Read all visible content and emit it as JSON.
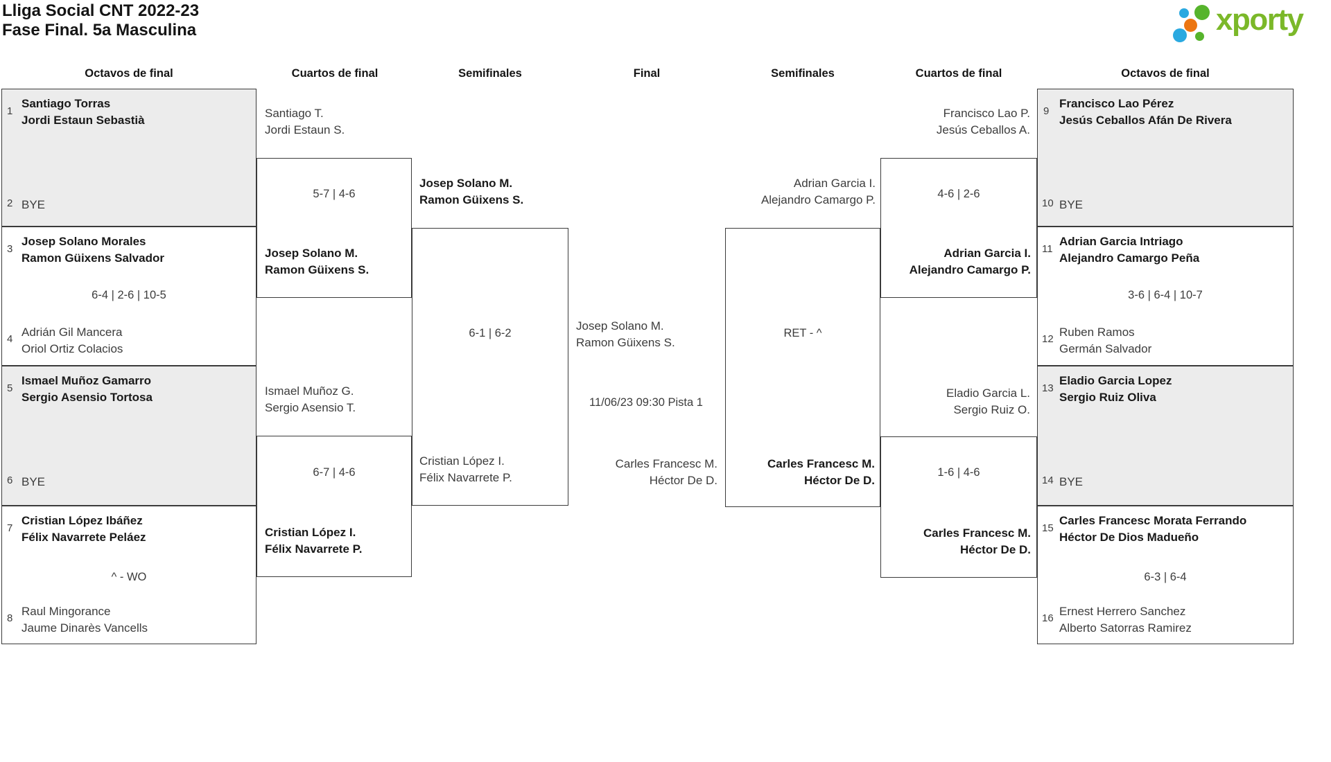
{
  "header": {
    "title_line1": "Lliga Social CNT 2022-23",
    "title_line2": "Fase Final. 5a Masculina"
  },
  "logo": {
    "text": "xporty",
    "green": "#7bb829",
    "dot_green": "#56b42c",
    "blue": "#2aa9e0",
    "orange": "#ec7612"
  },
  "columns": [
    "Octavos de final",
    "Cuartos de final",
    "Semifinales",
    "Final",
    "Semifinales",
    "Cuartos de final",
    "Octavos de final"
  ],
  "round16": [
    {
      "seed_top": "1",
      "top": [
        "Santiago Torras",
        "Jordi Estaun Sebastià"
      ],
      "score": "",
      "seed_bottom": "2",
      "bottom": [
        "BYE"
      ]
    },
    {
      "seed_top": "3",
      "top": [
        "Josep Solano Morales",
        "Ramon Güixens Salvador"
      ],
      "score": "6-4 | 2-6 | 10-5",
      "seed_bottom": "4",
      "bottom": [
        "Adrián Gil Mancera",
        "Oriol Ortiz Colacios"
      ]
    },
    {
      "seed_top": "5",
      "top": [
        "Ismael Muñoz Gamarro",
        "Sergio Asensio Tortosa"
      ],
      "score": "",
      "seed_bottom": "6",
      "bottom": [
        "BYE"
      ]
    },
    {
      "seed_top": "7",
      "top": [
        "Cristian López Ibáñez",
        "Félix Navarrete Peláez"
      ],
      "score": "^ - WO",
      "seed_bottom": "8",
      "bottom": [
        "Raul Mingorance",
        "Jaume Dinarès Vancells"
      ]
    },
    {
      "seed_top": "9",
      "top": [
        "Francisco Lao Pérez",
        "Jesús Ceballos Afán De Rivera"
      ],
      "score": "",
      "seed_bottom": "10",
      "bottom": [
        "BYE"
      ]
    },
    {
      "seed_top": "11",
      "top": [
        "Adrian Garcia Intriago",
        "Alejandro Camargo Peña"
      ],
      "score": "3-6 | 6-4 | 10-7",
      "seed_bottom": "12",
      "bottom": [
        "Ruben Ramos",
        "Germán Salvador"
      ]
    },
    {
      "seed_top": "13",
      "top": [
        "Eladio Garcia Lopez",
        "Sergio Ruiz Oliva"
      ],
      "score": "",
      "seed_bottom": "14",
      "bottom": [
        "BYE"
      ]
    },
    {
      "seed_top": "15",
      "top": [
        "Carles Francesc Morata Ferrando",
        "Héctor De Dios Madueño"
      ],
      "score": "6-3 | 6-4",
      "seed_bottom": "16",
      "bottom": [
        "Ernest Herrero Sanchez",
        "Alberto Satorras Ramirez"
      ]
    }
  ],
  "quarterfinals": [
    {
      "top": [
        "Santiago T.",
        "Jordi Estaun S."
      ],
      "score": "5-7 | 4-6",
      "bottom": [
        "Josep Solano M.",
        "Ramon Güixens S."
      ]
    },
    {
      "top": [
        "Ismael Muñoz G.",
        "Sergio Asensio T."
      ],
      "score": "6-7 | 4-6",
      "bottom": [
        "Cristian López I.",
        "Félix Navarrete P."
      ]
    },
    {
      "top": [
        "Francisco Lao P.",
        "Jesús Ceballos A."
      ],
      "score": "4-6 | 2-6",
      "bottom": [
        "Adrian Garcia I.",
        "Alejandro Camargo P."
      ]
    },
    {
      "top": [
        "Eladio Garcia L.",
        "Sergio Ruiz O."
      ],
      "score": "1-6 | 4-6",
      "bottom": [
        "Carles Francesc M.",
        "Héctor De D."
      ]
    }
  ],
  "semifinals": [
    {
      "top": [
        "Josep Solano M.",
        "Ramon Güixens S."
      ],
      "score": "6-1 | 6-2",
      "bottom": [
        "Cristian López I.",
        "Félix Navarrete P."
      ]
    },
    {
      "top": [
        "Adrian Garcia I.",
        "Alejandro Camargo P."
      ],
      "score": "RET - ^",
      "bottom": [
        "Carles Francesc M.",
        "Héctor De D."
      ]
    }
  ],
  "final": {
    "left": [
      "Josep Solano M.",
      "Ramon Güixens S."
    ],
    "schedule": "11/06/23 09:30 Pista 1",
    "right": [
      "Carles Francesc M.",
      "Héctor De D."
    ]
  }
}
